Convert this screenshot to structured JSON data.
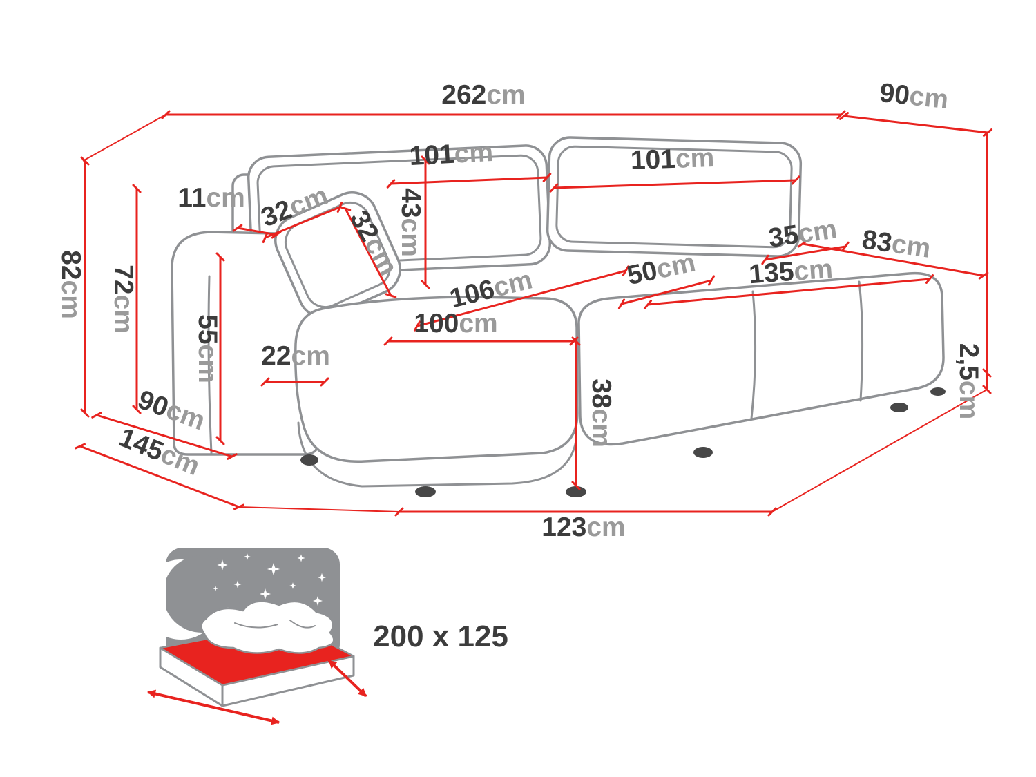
{
  "colors": {
    "dimension_red": "#e8231f",
    "drawing_gray": "#8f9194",
    "label_dark": "#3c3c3c",
    "label_unit_gray": "#9a9a9a"
  },
  "diagram": {
    "dimensions": {
      "total_width": {
        "value": "262",
        "unit": "cm"
      },
      "total_depth_right": {
        "value": "90",
        "unit": "cm"
      },
      "back_cushion_left_width": {
        "value": "101",
        "unit": "cm"
      },
      "back_cushion_right_width": {
        "value": "101",
        "unit": "cm"
      },
      "back_panel_top_width": {
        "value": "11",
        "unit": "cm"
      },
      "pillow_top_width": {
        "value": "32",
        "unit": "cm"
      },
      "pillow_side_height": {
        "value": "32",
        "unit": "cm"
      },
      "backrest_cushion_height": {
        "value": "43",
        "unit": "cm"
      },
      "corner_seat_diagonal_depth": {
        "value": "106",
        "unit": "cm"
      },
      "chaise_seat_width": {
        "value": "100",
        "unit": "cm"
      },
      "seat_section_depth": {
        "value": "50",
        "unit": "cm"
      },
      "right_seat_width": {
        "value": "135",
        "unit": "cm"
      },
      "right_back_top_width": {
        "value": "35",
        "unit": "cm"
      },
      "right_end_seat_depth": {
        "value": "83",
        "unit": "cm"
      },
      "armrest_height": {
        "value": "55",
        "unit": "cm"
      },
      "armrest_width": {
        "value": "22",
        "unit": "cm"
      },
      "seat_height": {
        "value": "38",
        "unit": "cm"
      },
      "total_height": {
        "value": "82",
        "unit": "cm"
      },
      "body_height": {
        "value": "72",
        "unit": "cm"
      },
      "left_side_depth": {
        "value": "90",
        "unit": "cm"
      },
      "chaise_total_depth": {
        "value": "145",
        "unit": "cm"
      },
      "chaise_front_width": {
        "value": "123",
        "unit": "cm"
      },
      "leg_height": {
        "value": "2,5",
        "unit": "cm"
      }
    },
    "sleeping_area": {
      "label": "200 x 125"
    }
  }
}
